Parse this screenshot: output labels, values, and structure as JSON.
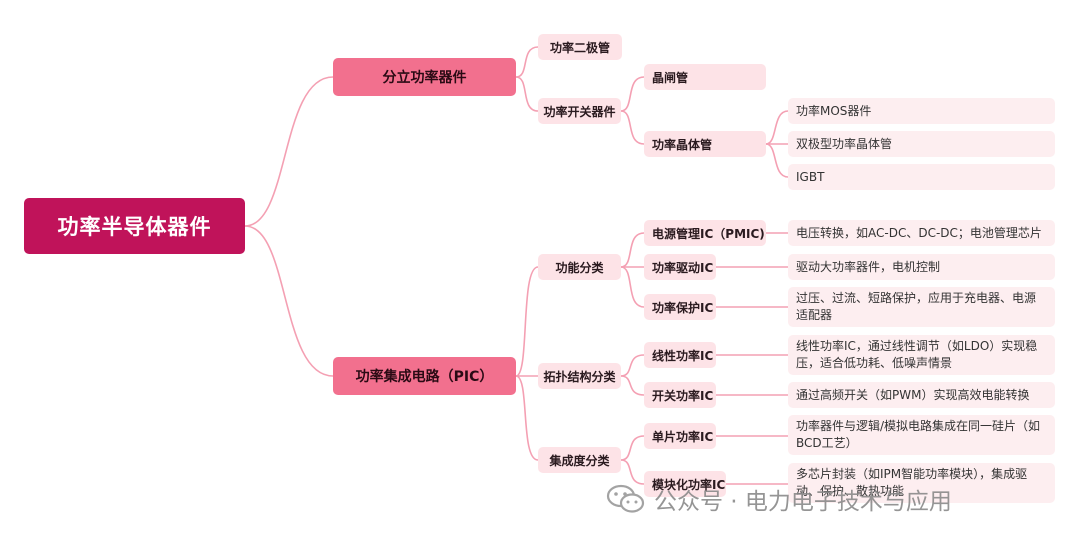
{
  "root": "功率半导体器件",
  "branches": {
    "discrete": {
      "label": "分立功率器件",
      "diode": "功率二极管",
      "switch": {
        "label": "功率开关器件",
        "thyristor": "晶闸管",
        "transistor": {
          "label": "功率晶体管",
          "items": [
            "功率MOS器件",
            "双极型功率晶体管",
            "IGBT"
          ]
        }
      }
    },
    "pic": {
      "label": "功率集成电路（PIC）",
      "function": {
        "label": "功能分类",
        "items": [
          {
            "label": "电源管理IC（PMIC)",
            "desc": "电压转换，如AC-DC、DC-DC；电池管理芯片"
          },
          {
            "label": "功率驱动IC",
            "desc": "驱动大功率器件，电机控制"
          },
          {
            "label": "功率保护IC",
            "desc": "过压、过流、短路保护，应用于充电器、电源适配器"
          }
        ]
      },
      "topology": {
        "label": "拓扑结构分类",
        "items": [
          {
            "label": "线性功率IC",
            "desc": "线性功率IC，通过线性调节（如LDO）实现稳压，适合低功耗、低噪声情景"
          },
          {
            "label": "开关功率IC",
            "desc": "通过高频开关（如PWM）实现高效电能转换"
          }
        ]
      },
      "integration": {
        "label": "集成度分类",
        "items": [
          {
            "label": "单片功率IC",
            "desc": "功率器件与逻辑/模拟电路集成在同一硅片（如BCD工艺）"
          },
          {
            "label": "模块化功率IC",
            "desc": "多芯片封装（如IPM智能功率模块），集成驱动、保护、散热功能"
          }
        ]
      }
    }
  },
  "watermark": "公众号 · 电力电子技术与应用",
  "colors": {
    "root": "#c0135a",
    "level1": "#f2708e",
    "node": "#fde3e7",
    "line": "#f4a0b3"
  }
}
